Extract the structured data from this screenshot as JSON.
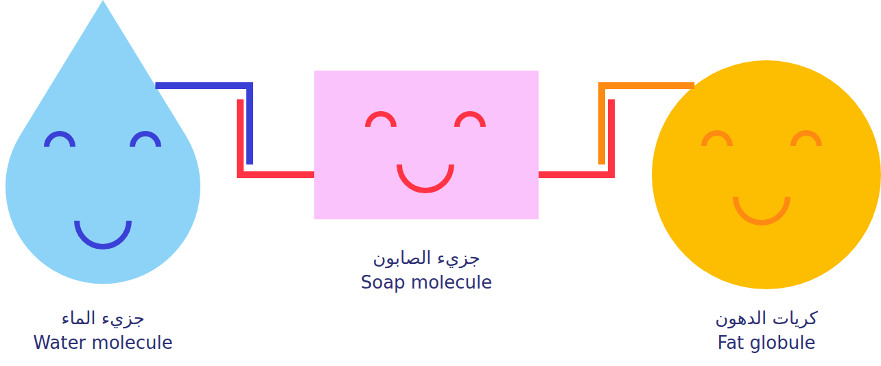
{
  "diagram": {
    "nodes": [
      {
        "text": [
          "جزيء الماء",
          "Water molecule"
        ]
      },
      {
        "text": [
          "جزيء الصابون",
          "Soap molecule"
        ]
      },
      {
        "text": [
          "كريات الدهون",
          "Fat globule"
        ]
      }
    ],
    "edges": [
      {
        "from": 0,
        "to": 1,
        "arrow": "none"
      },
      {
        "from": 1,
        "to": 2,
        "arrow": "none"
      }
    ]
  }
}
